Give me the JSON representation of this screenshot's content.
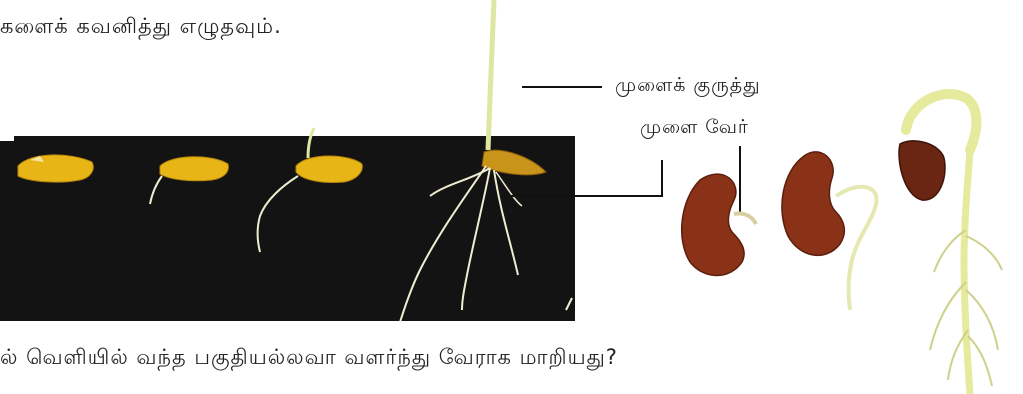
{
  "instruction_line": "களைக் கவனித்து எழுதவும்.",
  "question_line": "ல் வெளியில் வந்த பகுதியல்லவா வளர்ந்து வேராக மாறியது?",
  "labels": {
    "plumule": "முளைக் குருத்து",
    "radicle": "முளை வேர்"
  },
  "colors": {
    "photo_background": "#131313",
    "seed_yellow": "#e8b517",
    "root_cream": "#efeccf",
    "bean_brown": "#8a3218",
    "shoot_green": "#dfe6a2"
  }
}
